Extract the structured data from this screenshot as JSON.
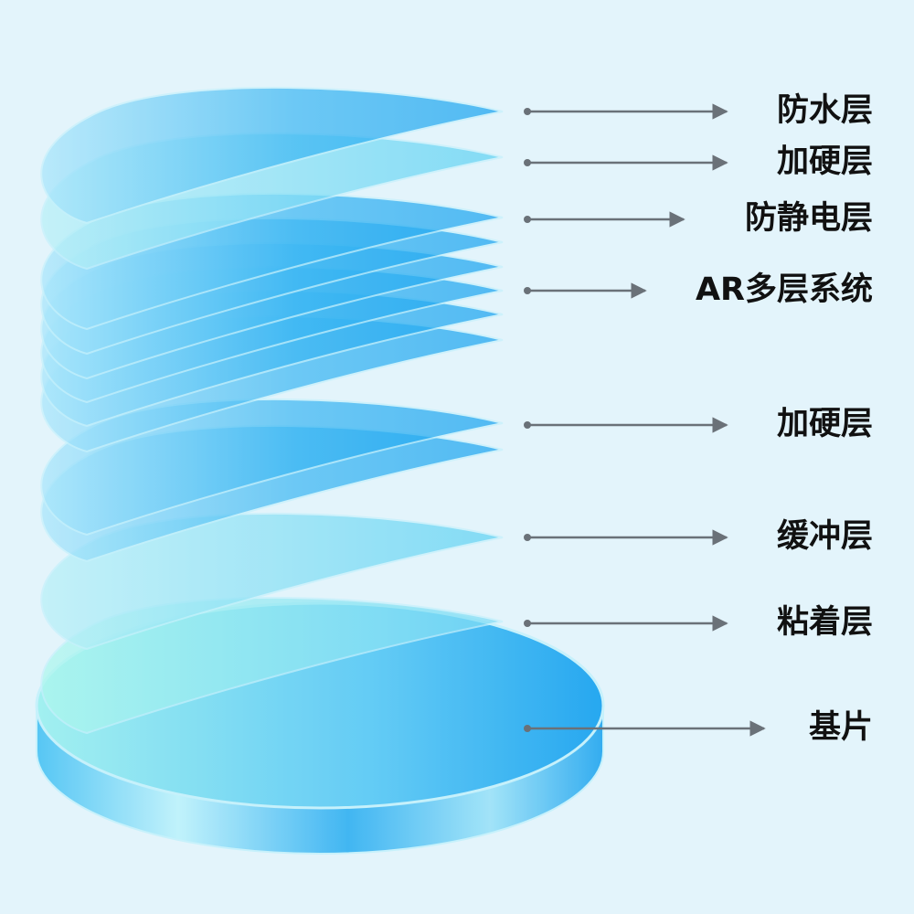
{
  "colors": {
    "background": "#e3f4fb",
    "layer_blue": "#1aa4f0",
    "layer_light": "#5fd2f4",
    "layer_cyan": "#8ff2ee",
    "edge": "#c6f1fc",
    "arrow": "#6a7178",
    "label": "#111111"
  },
  "layers": [
    {
      "label": "防水层"
    },
    {
      "label": "加硬层"
    },
    {
      "label": "防静电层"
    },
    {
      "label": "AR多层系统"
    },
    {
      "label": "加硬层"
    },
    {
      "label": "缓冲层"
    },
    {
      "label": "粘着层"
    },
    {
      "label": "基片"
    }
  ]
}
